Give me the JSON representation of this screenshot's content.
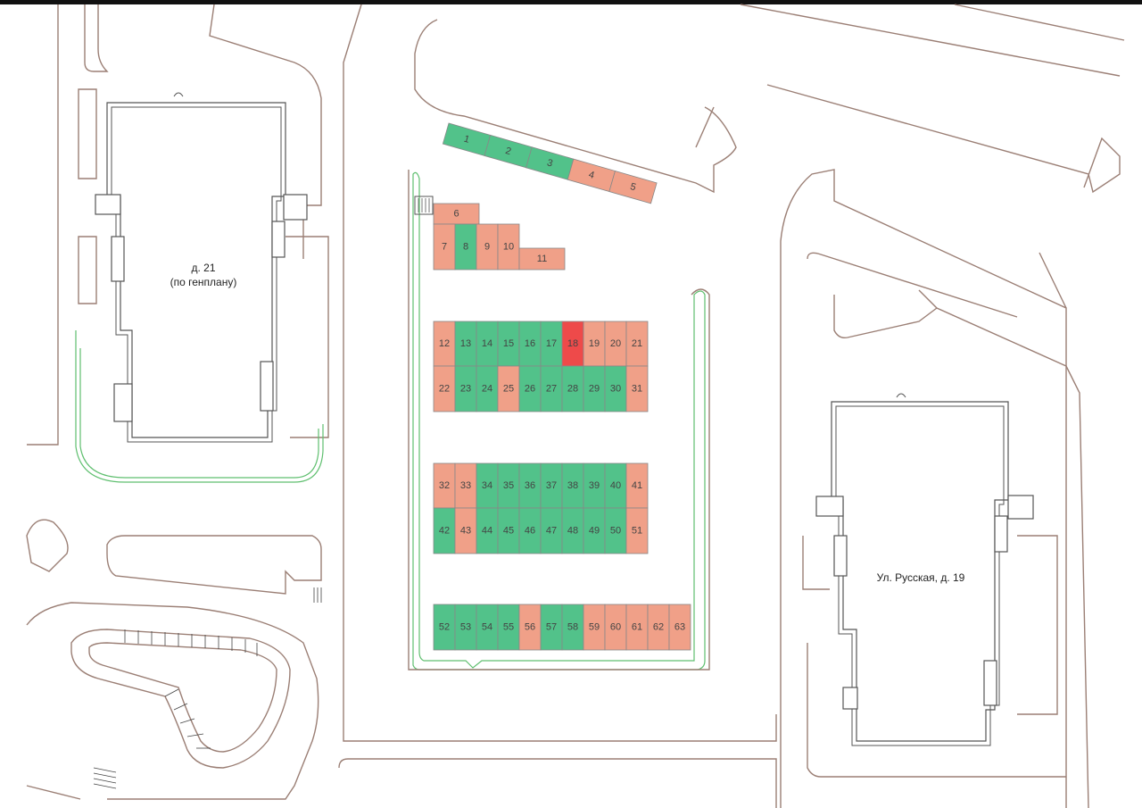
{
  "colors": {
    "free": "#52c28a",
    "occupied": "#f0a088",
    "selected": "#ee4a4a",
    "road": "#9b7f75"
  },
  "buildings": {
    "west": {
      "line1": "д. 21",
      "line2": "(по генплану)"
    },
    "east": {
      "line1": "Ул. Русская, д. 19"
    }
  },
  "spots": [
    {
      "n": "1",
      "s": "free"
    },
    {
      "n": "2",
      "s": "free"
    },
    {
      "n": "3",
      "s": "free"
    },
    {
      "n": "4",
      "s": "occupied"
    },
    {
      "n": "5",
      "s": "occupied"
    },
    {
      "n": "6",
      "s": "occupied"
    },
    {
      "n": "7",
      "s": "occupied"
    },
    {
      "n": "8",
      "s": "free"
    },
    {
      "n": "9",
      "s": "occupied"
    },
    {
      "n": "10",
      "s": "occupied"
    },
    {
      "n": "11",
      "s": "occupied"
    },
    {
      "n": "12",
      "s": "occupied"
    },
    {
      "n": "13",
      "s": "free"
    },
    {
      "n": "14",
      "s": "free"
    },
    {
      "n": "15",
      "s": "free"
    },
    {
      "n": "16",
      "s": "free"
    },
    {
      "n": "17",
      "s": "free"
    },
    {
      "n": "18",
      "s": "selected"
    },
    {
      "n": "19",
      "s": "occupied"
    },
    {
      "n": "20",
      "s": "occupied"
    },
    {
      "n": "21",
      "s": "occupied"
    },
    {
      "n": "22",
      "s": "occupied"
    },
    {
      "n": "23",
      "s": "free"
    },
    {
      "n": "24",
      "s": "free"
    },
    {
      "n": "25",
      "s": "occupied"
    },
    {
      "n": "26",
      "s": "free"
    },
    {
      "n": "27",
      "s": "free"
    },
    {
      "n": "28",
      "s": "free"
    },
    {
      "n": "29",
      "s": "free"
    },
    {
      "n": "30",
      "s": "free"
    },
    {
      "n": "31",
      "s": "occupied"
    },
    {
      "n": "32",
      "s": "occupied"
    },
    {
      "n": "33",
      "s": "occupied"
    },
    {
      "n": "34",
      "s": "free"
    },
    {
      "n": "35",
      "s": "free"
    },
    {
      "n": "36",
      "s": "free"
    },
    {
      "n": "37",
      "s": "free"
    },
    {
      "n": "38",
      "s": "free"
    },
    {
      "n": "39",
      "s": "free"
    },
    {
      "n": "40",
      "s": "free"
    },
    {
      "n": "41",
      "s": "occupied"
    },
    {
      "n": "42",
      "s": "free"
    },
    {
      "n": "43",
      "s": "occupied"
    },
    {
      "n": "44",
      "s": "free"
    },
    {
      "n": "45",
      "s": "free"
    },
    {
      "n": "46",
      "s": "free"
    },
    {
      "n": "47",
      "s": "free"
    },
    {
      "n": "48",
      "s": "free"
    },
    {
      "n": "49",
      "s": "free"
    },
    {
      "n": "50",
      "s": "free"
    },
    {
      "n": "51",
      "s": "occupied"
    },
    {
      "n": "52",
      "s": "free"
    },
    {
      "n": "53",
      "s": "free"
    },
    {
      "n": "54",
      "s": "free"
    },
    {
      "n": "55",
      "s": "free"
    },
    {
      "n": "56",
      "s": "occupied"
    },
    {
      "n": "57",
      "s": "free"
    },
    {
      "n": "58",
      "s": "free"
    },
    {
      "n": "59",
      "s": "occupied"
    },
    {
      "n": "60",
      "s": "occupied"
    },
    {
      "n": "61",
      "s": "occupied"
    },
    {
      "n": "62",
      "s": "occupied"
    },
    {
      "n": "63",
      "s": "occupied"
    }
  ]
}
